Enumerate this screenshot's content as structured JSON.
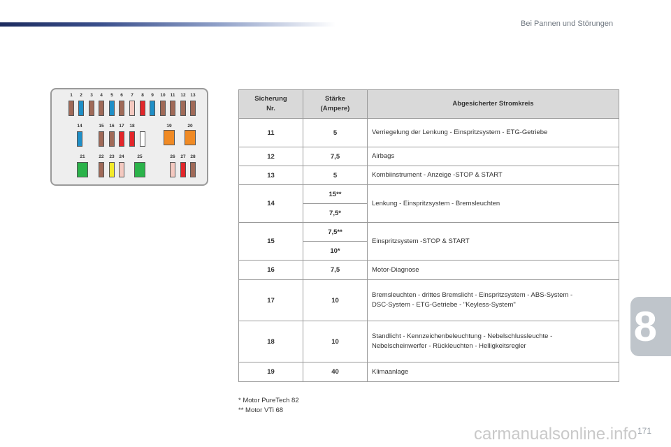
{
  "header": {
    "section_title": "Bei Pannen und Störungen"
  },
  "chapter_number": "8",
  "page_number": "171",
  "watermark": "carmanualsonline.info",
  "fusebox": {
    "fuses": [
      {
        "num": "1",
        "color": "#a06a58"
      },
      {
        "num": "2",
        "color": "#1f8fc7"
      },
      {
        "num": "3",
        "color": "#a06a58"
      },
      {
        "num": "4",
        "color": "#a06a58"
      },
      {
        "num": "5",
        "color": "#1f8fc7"
      },
      {
        "num": "6",
        "color": "#a06a58"
      },
      {
        "num": "7",
        "color": "#f4c9c0"
      },
      {
        "num": "8",
        "color": "#e3262a"
      },
      {
        "num": "9",
        "color": "#1f8fc7"
      },
      {
        "num": "10",
        "color": "#a06a58"
      },
      {
        "num": "11",
        "color": "#a06a58"
      },
      {
        "num": "12",
        "color": "#a06a58"
      },
      {
        "num": "13",
        "color": "#a06a58"
      },
      {
        "num": "14",
        "color": "#1f8fc7"
      },
      {
        "num": "15",
        "color": "#a06a58"
      },
      {
        "num": "16",
        "color": "#a06a58"
      },
      {
        "num": "17",
        "color": "#e3262a"
      },
      {
        "num": "18",
        "color": "#e3262a"
      },
      {
        "num": "",
        "color": "#ffffff"
      },
      {
        "num": "19",
        "color": "#f08a24"
      },
      {
        "num": "20",
        "color": "#f08a24"
      },
      {
        "num": "21",
        "color": "#2bb34a"
      },
      {
        "num": "22",
        "color": "#a06a58"
      },
      {
        "num": "23",
        "color": "#f3ea2a"
      },
      {
        "num": "24",
        "color": "#f4c9c0"
      },
      {
        "num": "25",
        "color": "#2bb34a"
      },
      {
        "num": "26",
        "color": "#f4c9c0"
      },
      {
        "num": "27",
        "color": "#e3262a"
      },
      {
        "num": "28",
        "color": "#a06a58"
      }
    ]
  },
  "table": {
    "headers": {
      "fuse_line1": "Sicherung",
      "fuse_line2": "Nr.",
      "rating_line1": "Stärke",
      "rating_line2": "(Ampere)",
      "circuit": "Abgesicherter Stromkreis"
    },
    "rows": {
      "r11": {
        "nr": "11",
        "amp": "5",
        "circuit": "Verriegelung der Lenkung - Einspritzsystem - ETG-Getriebe"
      },
      "r12": {
        "nr": "12",
        "amp": "7,5",
        "circuit": "Airbags"
      },
      "r13": {
        "nr": "13",
        "amp": "5",
        "circuit": "Kombiinstrument - Anzeige -STOP & START"
      },
      "r14": {
        "nr": "14",
        "amp_a": "15**",
        "amp_b": "7,5*",
        "circuit": "Lenkung - Einspritzsystem - Bremsleuchten"
      },
      "r15": {
        "nr": "15",
        "amp_a": "7,5**",
        "amp_b": "10*",
        "circuit": "Einspritzsystem -STOP & START"
      },
      "r16": {
        "nr": "16",
        "amp": "7,5",
        "circuit": "Motor-Diagnose"
      },
      "r17": {
        "nr": "17",
        "amp": "10",
        "circuit_line1": "Bremsleuchten - drittes Bremslicht - Einspritzsystem - ABS-System -",
        "circuit_line2": "DSC-System - ETG-Getriebe - \"Keyless-System\""
      },
      "r18": {
        "nr": "18",
        "amp": "10",
        "circuit_line1": "Standlicht - Kennzeichenbeleuchtung - Nebelschlussleuchte -",
        "circuit_line2": "Nebelscheinwerfer - Rückleuchten - Helligkeitsregler"
      },
      "r19": {
        "nr": "19",
        "amp": "40",
        "circuit": "Klimaanlage"
      }
    }
  },
  "notes": {
    "note1": "* Motor PureTech 82",
    "note2": "** Motor VTi 68"
  }
}
